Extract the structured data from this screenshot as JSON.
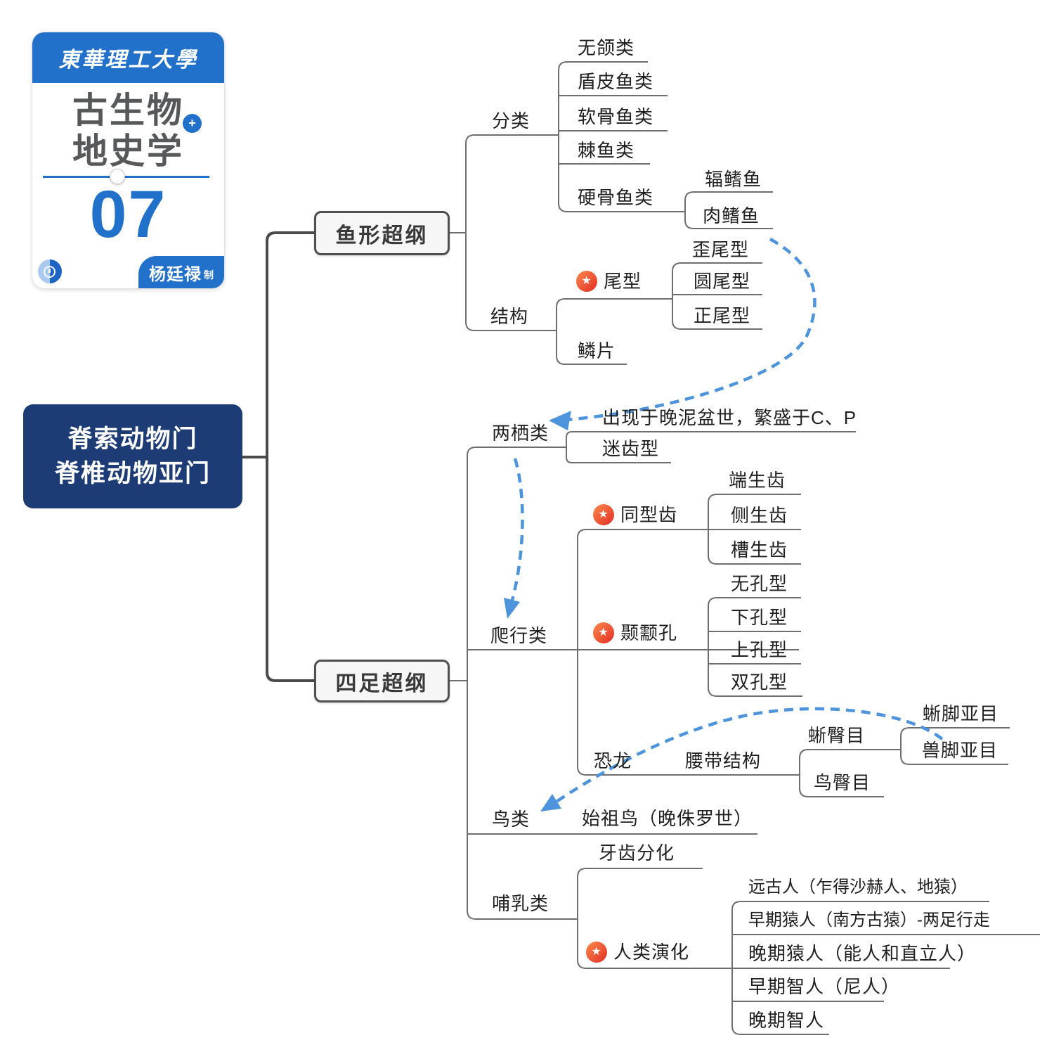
{
  "colors": {
    "accent_blue": "#2170c9",
    "root_navy": "#1d3b74",
    "line_gray": "#6e6e6e",
    "trunk_dark": "#4a4a4a",
    "arrow_blue": "#4e94dc",
    "star_orange": "#fb8b4c",
    "star_red": "#e22c25",
    "text_dark": "#1f1f1f",
    "box_fill": "#f6f6f6",
    "box_border": "#4f4f4f"
  },
  "logo": {
    "university": "東華理工大學",
    "title_line1": "古生物",
    "title_line2": "地史学",
    "plus": "+",
    "number": "07",
    "author": "杨廷禄",
    "author_suffix": "制"
  },
  "root": {
    "line1": "脊索动物门",
    "line2": "脊椎动物亚门"
  },
  "branches": {
    "fish": "鱼形超纲",
    "tetrapod": "四足超纲"
  },
  "nodes": {
    "fenlei": "分类",
    "wuhelei": "无颌类",
    "dunpiyulei": "盾皮鱼类",
    "ruanguyulei": "软骨鱼类",
    "jiyulei": "棘鱼类",
    "yingguyulei": "硬骨鱼类",
    "fuqiyu": "辐鳍鱼",
    "rouqiyu": "肉鳍鱼",
    "jiegou": "结构",
    "weixing": "尾型",
    "waiweixing": "歪尾型",
    "yuanweixing": "圆尾型",
    "zhengweixing": "正尾型",
    "linpian": "鳞片",
    "liangqilei": "两栖类",
    "chuxian": "出现于晚泥盆世，繁盛于C、P",
    "michixing": "迷齿型",
    "paxinglei": "爬行类",
    "tongxingchi": "同型齿",
    "duanshengchi": "端生齿",
    "ceshengchi": "侧生齿",
    "caoshengchi": "槽生齿",
    "nierukong": "颞颥孔",
    "wukongxing": "无孔型",
    "xiakongxing": "下孔型",
    "shangkongxing": "上孔型",
    "shuangkongxing": "双孔型",
    "konglong": "恐龙",
    "yaodaijiegou": "腰带结构",
    "xitunmu": "蜥臀目",
    "xijiaoyamu": "蜥脚亚目",
    "shoujiaoyamu": "兽脚亚目",
    "niaotunmu": "鸟臀目",
    "niaolei": "鸟类",
    "shizuniao": "始祖鸟（晚侏罗世）",
    "buzulei": "哺乳类",
    "yachifenhua": "牙齿分化",
    "renleiyanhua": "人类演化",
    "yuangu": "远古人（乍得沙赫人、地猿）",
    "zaoqiyuanren": "早期猿人（南方古猿）-两足行走",
    "wanqiyuanren": "晚期猿人（能人和直立人）",
    "zaoqizhiren": "早期智人（尼人）",
    "wanqizhiren": "晚期智人"
  }
}
